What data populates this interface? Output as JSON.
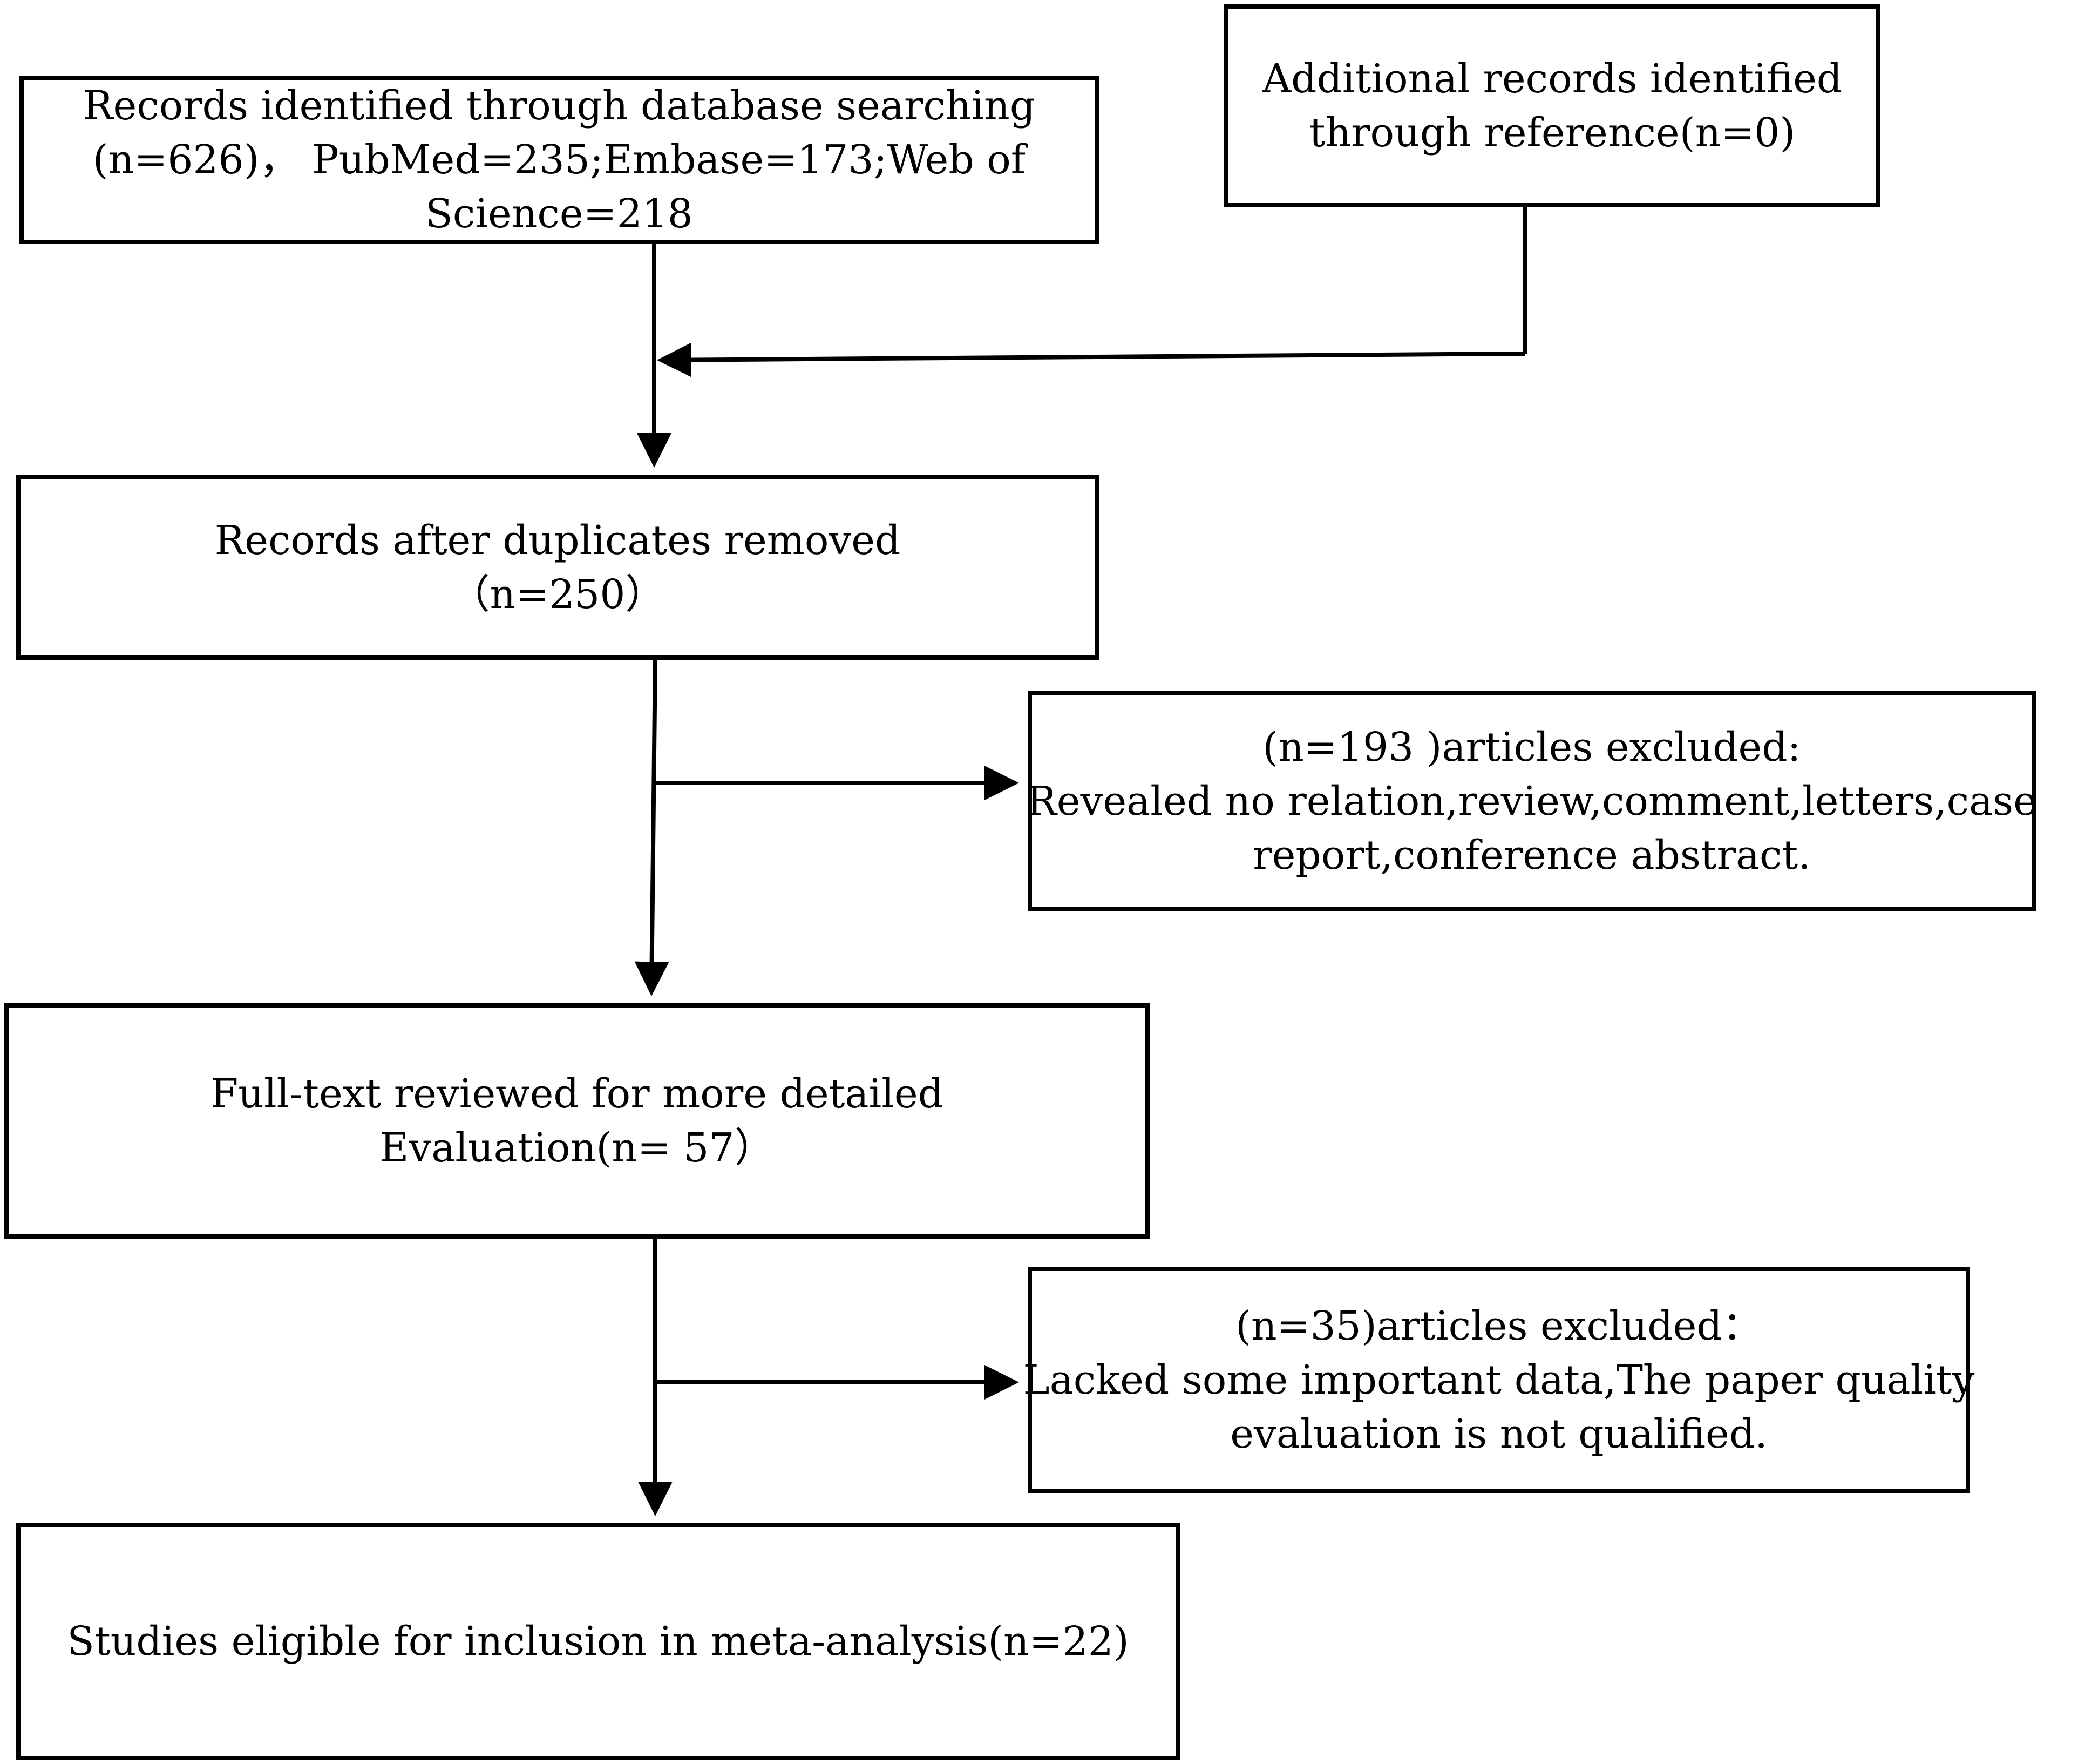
{
  "flow": {
    "records_identified": {
      "lines": [
        "Records identified through database searching",
        "(n=626)， PubMed=235;Embase=173;Web of",
        "Science=218"
      ]
    },
    "additional_records": {
      "lines": [
        "Additional records identified",
        "through reference(n=0)"
      ]
    },
    "after_duplicates": {
      "lines": [
        "Records after duplicates removed",
        "（n=250）"
      ]
    },
    "excluded_first": {
      "lines": [
        "(n=193 )articles excluded:",
        "Revealed no relation,review,comment,letters,case",
        "report,conference abstract."
      ]
    },
    "full_text": {
      "lines": [
        "Full-text reviewed for more detailed",
        "Evaluation(n= 57）"
      ]
    },
    "excluded_second": {
      "lines": [
        "(n=35)articles excluded：",
        "Lacked some important data,The paper quality",
        "evaluation is not qualified."
      ]
    },
    "included": {
      "lines": [
        "Studies eligible for inclusion in meta-analysis(n=22)"
      ]
    }
  }
}
